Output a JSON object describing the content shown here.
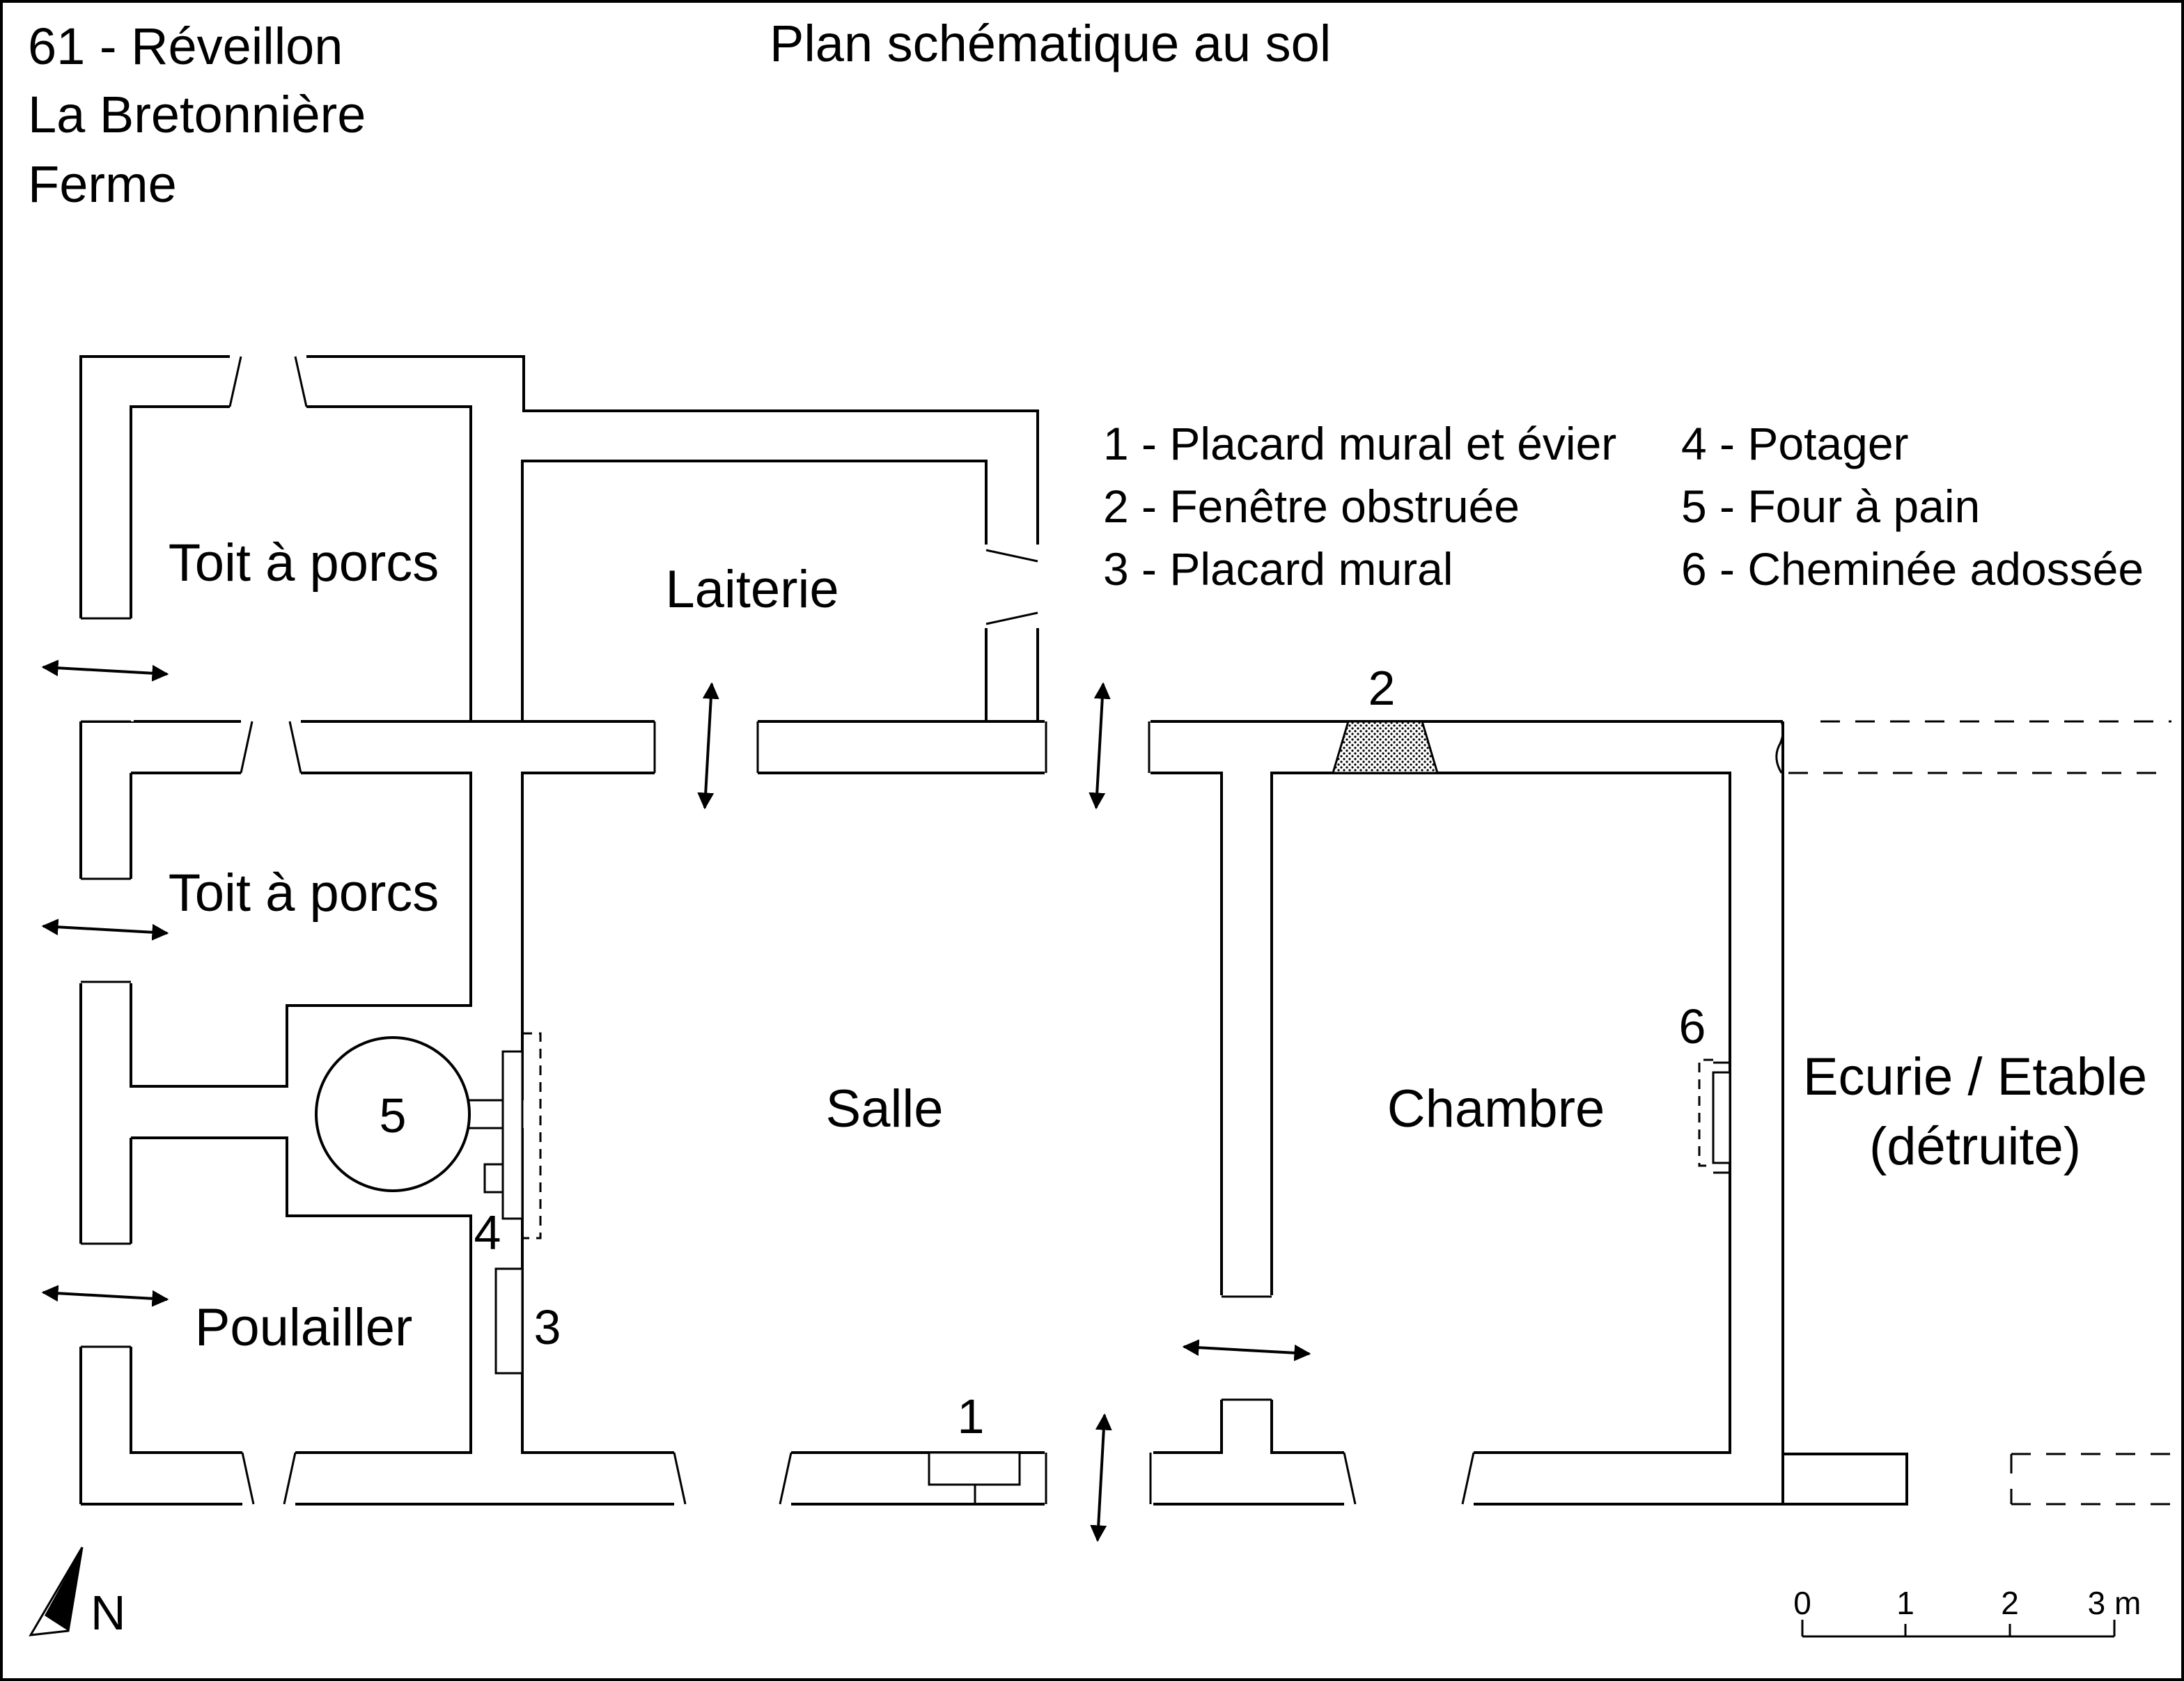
{
  "header": {
    "location_line1": "61 - Réveillon",
    "location_line2": "La Bretonnière",
    "location_line3": "Ferme",
    "title": "Plan schématique au sol"
  },
  "rooms": {
    "toit1": "Toit à porcs",
    "toit2": "Toit à porcs",
    "laiterie": "Laiterie",
    "poulailler": "Poulailler",
    "salle": "Salle",
    "chambre": "Chambre",
    "ecurie_line1": "Ecurie / Etable",
    "ecurie_line2": "(détruite)"
  },
  "legend": {
    "item1": "1 - Placard mural et évier",
    "item2": "2 - Fenêtre obstruée",
    "item3": "3 - Placard mural",
    "item4": "4 - Potager",
    "item5": "5 - Four à pain",
    "item6": "6 - Cheminée adossée"
  },
  "markers": {
    "m1": "1",
    "m2": "2",
    "m3": "3",
    "m4": "4",
    "m5": "5",
    "m6": "6"
  },
  "north": "N",
  "scale": {
    "t0": "0",
    "t1": "1",
    "t2": "2",
    "t3": "3 m"
  }
}
